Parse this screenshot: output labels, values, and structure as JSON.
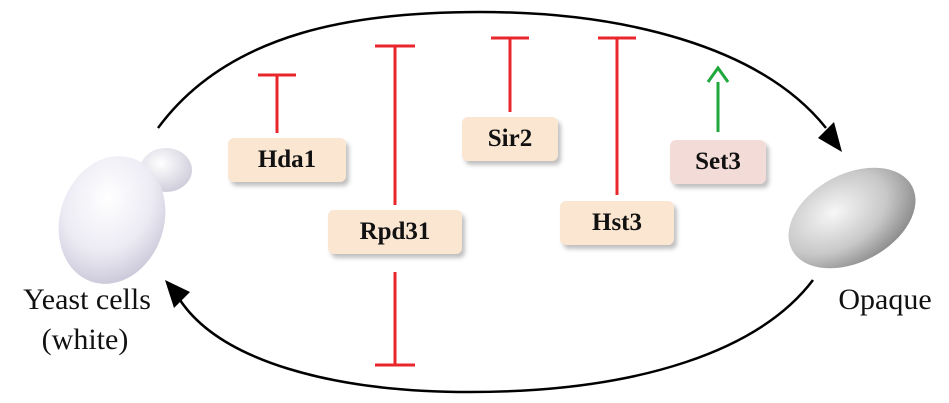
{
  "diagram": {
    "left_cell_label_line1": "Yeast cells",
    "left_cell_label_line2": "(white)",
    "right_cell_label": "Opaque",
    "regulators": [
      {
        "name": "Hda1",
        "effect": "inhibits",
        "color": "#fbe6d2"
      },
      {
        "name": "Rpd31",
        "effect": "inhibits",
        "color": "#fbe6d2"
      },
      {
        "name": "Sir2",
        "effect": "inhibits",
        "color": "#fbe6d2"
      },
      {
        "name": "Hst3",
        "effect": "inhibits",
        "color": "#fbe6d2"
      },
      {
        "name": "Set3",
        "effect": "promotes",
        "color": "#f3dcd8"
      }
    ],
    "colors": {
      "inhibit": "#e8262b",
      "promote": "#1fa83c",
      "cycle_arrow": "#000000"
    }
  }
}
